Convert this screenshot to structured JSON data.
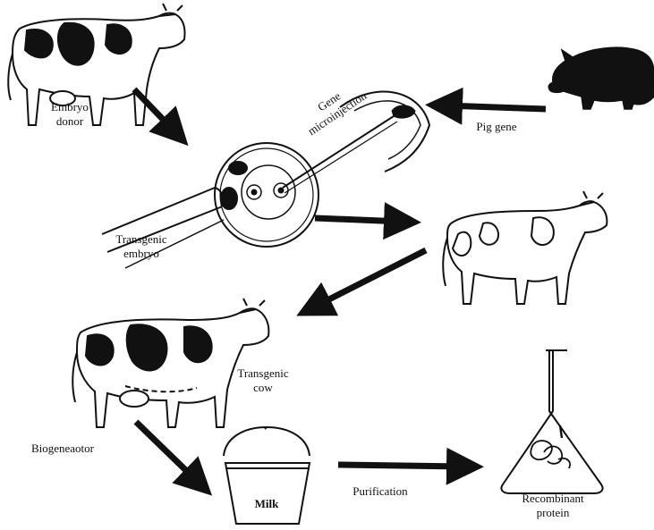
{
  "labels": {
    "embryo_donor": [
      "Embryo",
      "donor"
    ],
    "gene_microinjection": [
      "Gene",
      "microinjection"
    ],
    "pig_gene": "Pig gene",
    "transgenic_embryo": [
      "Transgenic",
      "embryo"
    ],
    "transgenic_cow": [
      "Transgenic",
      "cow"
    ],
    "bioreactor": "Biogeneaotor",
    "milk": "Milk",
    "purification": "Purification",
    "recombinant_protein": [
      "Recombinant",
      "protein"
    ]
  },
  "icons": {
    "cow_donor": "holstein-cow-icon",
    "pig": "pig-silhouette-icon",
    "microinjection": "microinjection-setup-icon",
    "recipient_cow": "recipient-cow-icon",
    "transgenic_cow": "transgenic-cow-icon",
    "bucket": "milk-bucket-icon",
    "flask": "erlenmeyer-flask-icon"
  },
  "colors": {
    "ink": "#111111",
    "paper": "#ffffff"
  }
}
